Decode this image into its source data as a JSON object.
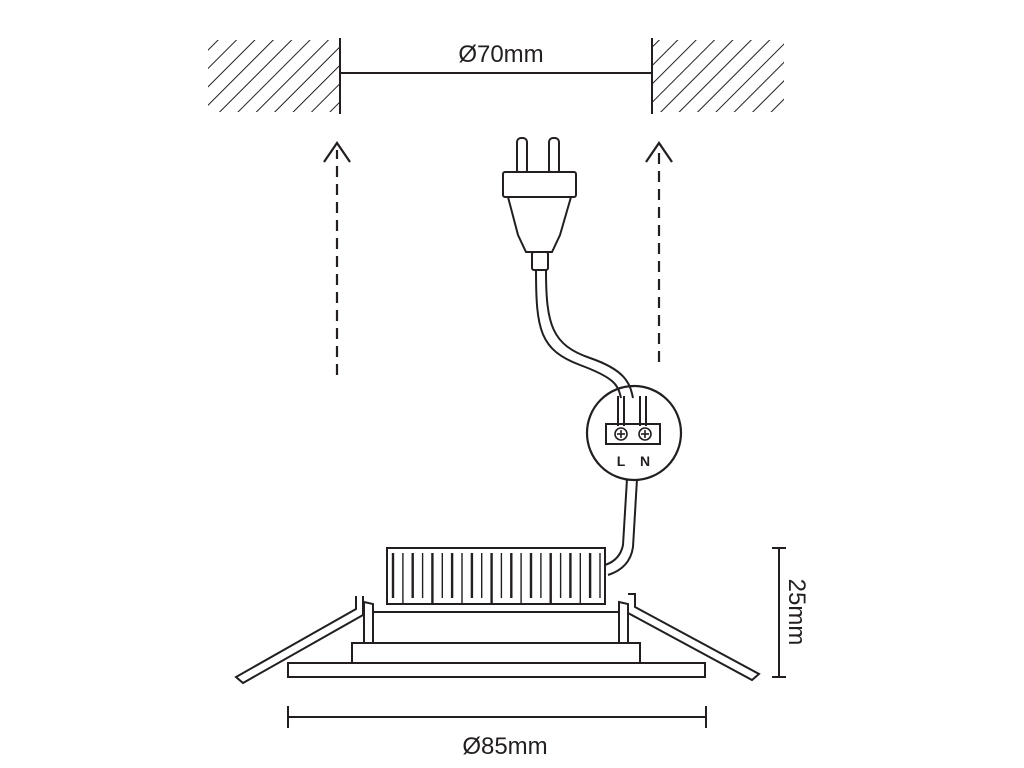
{
  "dimensions": {
    "cutout": "Ø70mm",
    "diameter": "Ø85mm",
    "height": "25mm"
  },
  "terminal": {
    "live": "L",
    "neutral": "N"
  }
}
